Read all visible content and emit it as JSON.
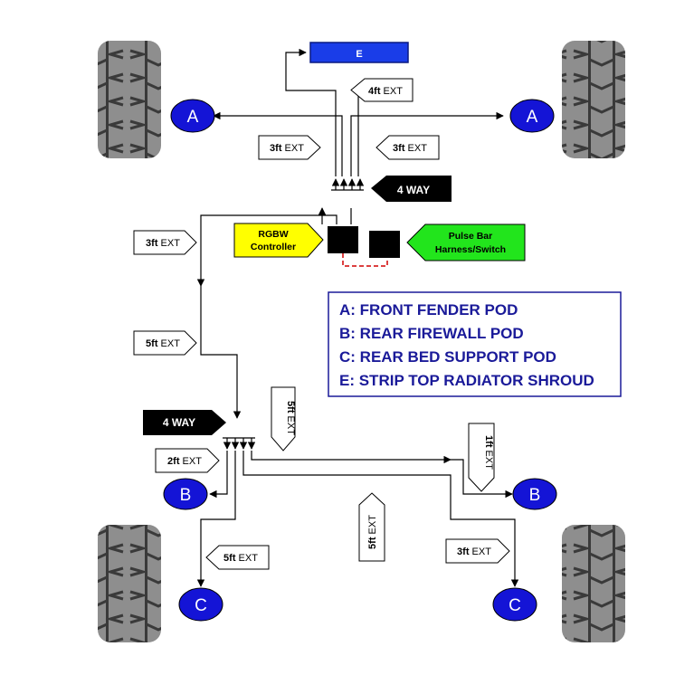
{
  "labels": {
    "top_bar": "E",
    "four_way_top": "4 WAY",
    "four_way_bottom": "4 WAY",
    "rgbw": [
      "RGBW",
      "Controller"
    ],
    "pulse": [
      "Pulse Bar",
      "Harness/Switch"
    ],
    "pods": {
      "A": "A",
      "B": "B",
      "C": "C"
    }
  },
  "extensions": [
    {
      "num": "4ft",
      "unit": " EXT"
    },
    {
      "num": "3ft",
      "unit": " EXT"
    },
    {
      "num": "3ft",
      "unit": " EXT"
    },
    {
      "num": "3ft",
      "unit": " EXT"
    },
    {
      "num": "5ft",
      "unit": " EXT"
    },
    {
      "num": "5ft",
      "unit": " EXT"
    },
    {
      "num": "2ft",
      "unit": " EXT"
    },
    {
      "num": "1ft",
      "unit": " EXT"
    },
    {
      "num": "5ft",
      "unit": " EXT"
    },
    {
      "num": "5ft",
      "unit": " EXT"
    },
    {
      "num": "3ft",
      "unit": " EXT"
    }
  ],
  "legend": [
    "A: FRONT FENDER POD",
    "B: REAR FIREWALL POD",
    "C: REAR BED SUPPORT POD",
    "E: STRIP TOP RADIATOR SHROUD"
  ],
  "colors": {
    "pod": "#1414d6",
    "top_bar": "#1a3de8",
    "rgbw": "#ffff00",
    "pulse": "#22e51c",
    "legend_border": "#1a1a99",
    "legend_text": "#1a1a99",
    "tire": "#8e8e8e",
    "dash": "#d00000"
  }
}
